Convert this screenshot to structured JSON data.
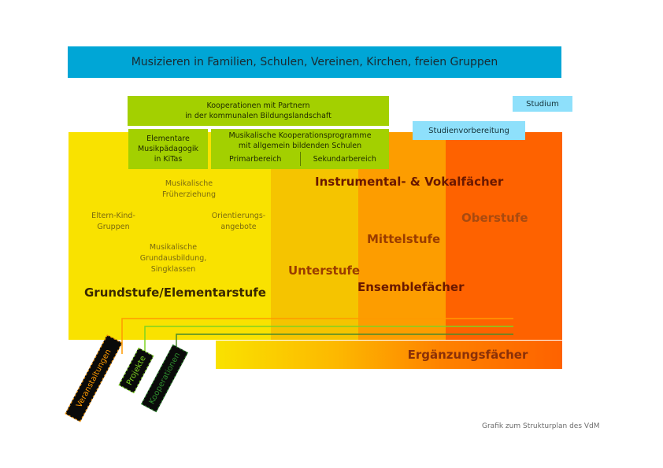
{
  "banner": {
    "label": "Musizieren in Familien, Schulen, Vereinen, Kirchen, freien Gruppen",
    "color": "#00a6d6"
  },
  "cooperation": {
    "partners": [
      "Kooperationen mit Partnern",
      "in der kommunalen Bildungslandschaft"
    ],
    "kitas": [
      "Elementare",
      "Musikpädagogik",
      "in KiTas"
    ],
    "schools": {
      "title": [
        "Musikalische Kooperationsprogramme",
        "mit allgemein bildenden Schulen"
      ],
      "primary": "Primarbereich",
      "secondary": "Sekundarbereich"
    },
    "color": "#a3d000"
  },
  "study": {
    "studium": "Studium",
    "preparation": "Studienvorbereitung",
    "color": "#8ee0fb"
  },
  "levels": {
    "columns": [
      {
        "name": "Grundstufe/Elementarstufe",
        "color": "#f9e200"
      },
      {
        "name": "Unterstufe",
        "color": "#f5c400"
      },
      {
        "name": "Mittelstufe",
        "color": "#fd9d00"
      },
      {
        "name": "Oberstufe",
        "color": "#fe6200"
      }
    ],
    "elementary_items": {
      "early": [
        "Musikalische",
        "Früherziehung"
      ],
      "parent_child": [
        "Eltern-Kind-",
        "Gruppen"
      ],
      "orientation": [
        "Orientierungs-",
        "angebote"
      ],
      "basic": [
        "Musikalische",
        "Grundausbildung,",
        "Singklassen"
      ]
    },
    "subjects": {
      "instrumental": "Instrumental- & Vokalfächer",
      "ensemble": "Ensemblefächer",
      "supplementary": "Ergänzungsfächer"
    }
  },
  "tags": [
    {
      "label": "Veranstaltungen",
      "color": "#ff9a00"
    },
    {
      "label": "Projekte",
      "color": "#7ed321"
    },
    {
      "label": "Kooperationen",
      "color": "#2e8b2e"
    }
  ],
  "caption": "Grafik zum Strukturplan des VdM"
}
